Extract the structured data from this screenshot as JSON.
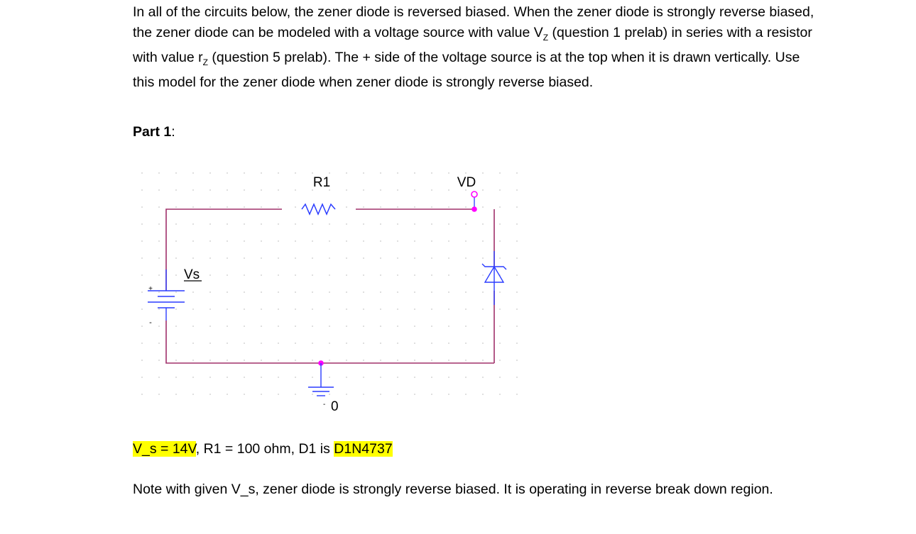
{
  "intro_text": "In all of the circuits below, the zener diode is reversed biased. When the zener diode is strongly reverse biased, the zener diode can be modeled with a voltage source with value V",
  "intro_sub1": "Z",
  "intro_mid": " (question 1 prelab) in series with a resistor with value r",
  "intro_sub2": "Z",
  "intro_end": " (question 5 prelab). The + side of the voltage source is at the top when it is drawn vertically. Use this model for the zener diode when zener diode is strongly reverse biased.",
  "part_heading": "Part 1",
  "part_colon": ":",
  "schematic": {
    "r1_label": "R1",
    "vd_label": "VD",
    "vs_label": "Vs",
    "ground_label": "0",
    "plus_mark": "+",
    "minus_mark": "-",
    "colors": {
      "wire": "#a0306a",
      "component": "#2a3cff",
      "node": "#ff00ff",
      "dot": "#c8c8c8"
    }
  },
  "values": {
    "vs": "V_s = 14V",
    "sep1": ",  R1 = 100 ohm,  D1 is ",
    "diode": "D1N4737"
  },
  "note_text": "Note with given V_s, zener diode is strongly reverse biased. It is operating in reverse break down region.",
  "highlight_color": "#ffff00"
}
